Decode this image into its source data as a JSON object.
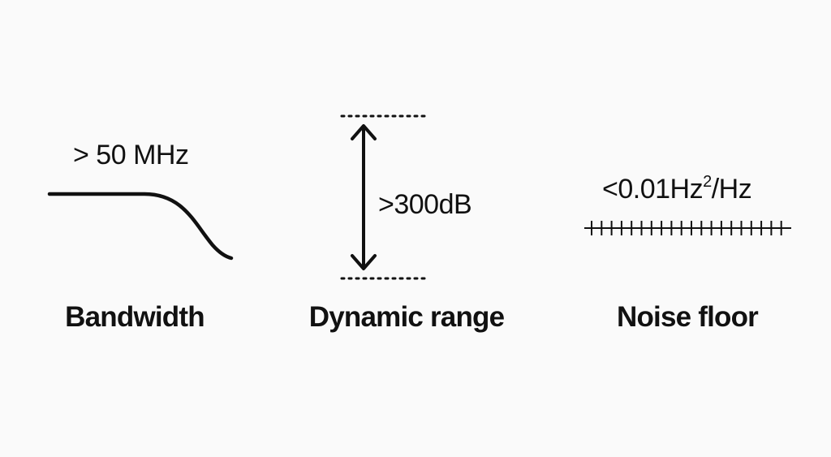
{
  "bandwidth": {
    "value": "> 50 MHz",
    "label": "Bandwidth"
  },
  "dynamic_range": {
    "value": ">300dB",
    "label": "Dynamic range"
  },
  "noise_floor": {
    "value_prefix": "<0.01Hz",
    "value_superscript": "2",
    "value_suffix": "/Hz",
    "label": "Noise floor"
  }
}
